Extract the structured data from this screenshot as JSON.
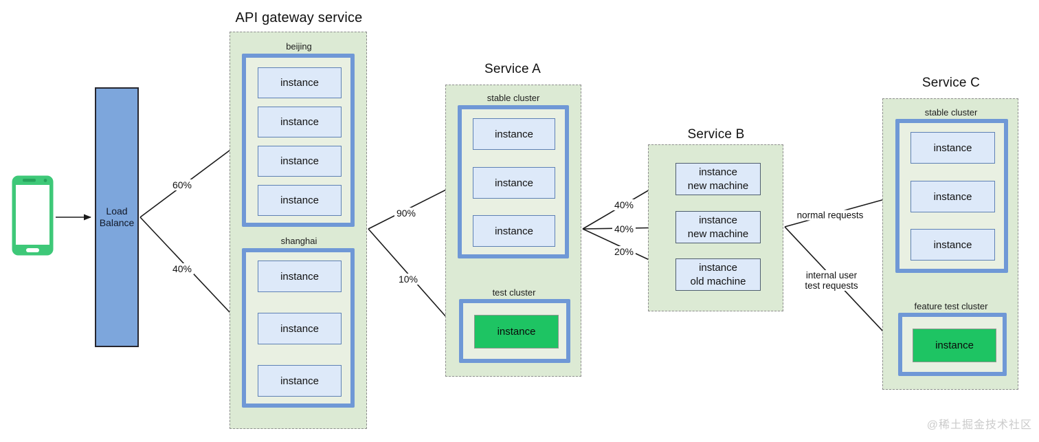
{
  "client": {
    "label": "Load Balance"
  },
  "api_gateway": {
    "title": "API gateway service",
    "clusters": [
      {
        "name": "beijing",
        "instances": [
          "instance",
          "instance",
          "instance",
          "instance"
        ]
      },
      {
        "name": "shanghai",
        "instances": [
          "instance",
          "instance",
          "instance"
        ]
      }
    ]
  },
  "service_a": {
    "title": "Service A",
    "clusters": [
      {
        "name": "stable cluster",
        "instances": [
          "instance",
          "instance",
          "instance"
        ]
      },
      {
        "name": "test cluster",
        "instances": [
          "instance"
        ]
      }
    ]
  },
  "service_b": {
    "title": "Service B",
    "instances": [
      {
        "line1": "instance",
        "line2": "new machine"
      },
      {
        "line1": "instance",
        "line2": "new machine"
      },
      {
        "line1": "instance",
        "line2": "old machine"
      }
    ]
  },
  "service_c": {
    "title": "Service C",
    "clusters": [
      {
        "name": "stable cluster",
        "instances": [
          "instance",
          "instance",
          "instance"
        ]
      },
      {
        "name": "feature test cluster",
        "instances": [
          "instance"
        ]
      }
    ]
  },
  "edges": {
    "lb_to_beijing": "60%",
    "lb_to_shanghai": "40%",
    "gw_to_stable": "90%",
    "gw_to_test": "10%",
    "a_to_b_top": "40%",
    "a_to_b_mid": "40%",
    "a_to_b_bottom": "20%",
    "b_to_c_normal": "normal requests",
    "b_to_c_internal_line1": "internal user",
    "b_to_c_internal_line2": "test requests"
  },
  "watermark": "@稀土掘金技术社区",
  "colors": {
    "container_fill": "#dcead4",
    "cluster_border": "#6f98d6",
    "instance_fill": "#dde9f9",
    "instance_border": "#5d80b4",
    "green_instance": "#1ec463",
    "load_balancer_fill": "#7da6dc",
    "phone_green": "#3ec878",
    "arrow": "#1a1a1a"
  }
}
